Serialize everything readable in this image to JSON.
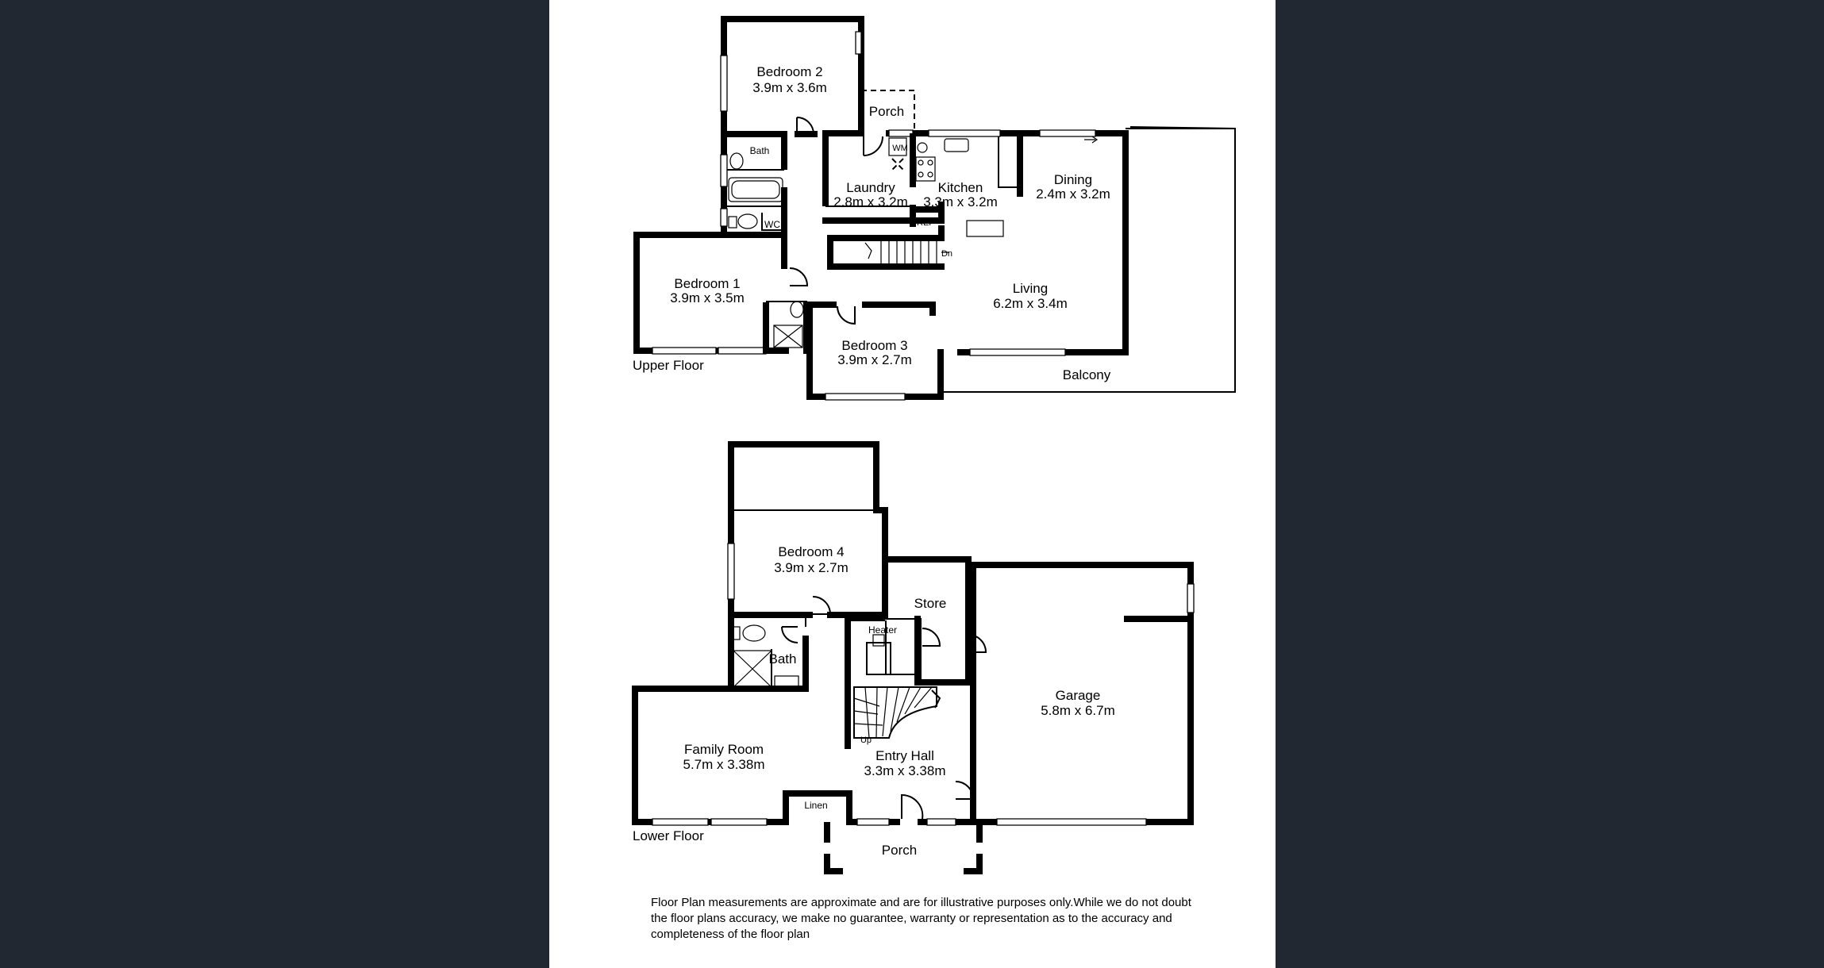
{
  "upper_floor": {
    "title": "Upper Floor",
    "rooms": {
      "bedroom2": {
        "name": "Bedroom 2",
        "size": "3.9m x 3.6m"
      },
      "porch": {
        "name": "Porch"
      },
      "bath": {
        "name": "Bath"
      },
      "wc": {
        "name": "WC"
      },
      "wm": {
        "name": "WM"
      },
      "laundry": {
        "name": "Laundry",
        "size": "2.8m x 3.2m"
      },
      "kitchen": {
        "name": "Kitchen",
        "size": "3.3m x 3.2m"
      },
      "ref": {
        "name": "REF"
      },
      "dining": {
        "name": "Dining",
        "size": "2.4m x 3.2m"
      },
      "dn": {
        "name": "Dn"
      },
      "bedroom1": {
        "name": "Bedroom 1",
        "size": "3.9m x 3.5m"
      },
      "living": {
        "name": "Living",
        "size": "6.2m x 3.4m"
      },
      "bedroom3": {
        "name": "Bedroom 3",
        "size": "3.9m x 2.7m"
      },
      "balcony": {
        "name": "Balcony"
      }
    }
  },
  "lower_floor": {
    "title": "Lower Floor",
    "rooms": {
      "bedroom4": {
        "name": "Bedroom 4",
        "size": "3.9m x 2.7m"
      },
      "store": {
        "name": "Store"
      },
      "heater": {
        "name": "Heater"
      },
      "bath": {
        "name": "Bath"
      },
      "garage": {
        "name": "Garage",
        "size": "5.8m x 6.7m"
      },
      "up": {
        "name": "Up"
      },
      "family": {
        "name": "Family Room",
        "size": "5.7m x 3.38m"
      },
      "entry": {
        "name": "Entry Hall",
        "size": "3.3m x 3.38m"
      },
      "linen": {
        "name": "Linen"
      },
      "porch": {
        "name": "Porch"
      }
    }
  },
  "disclaimer": "Floor Plan measurements are approximate and are for illustrative purposes only.While we do not doubt the floor plans accuracy, we make no guarantee, warranty or representation as to the accuracy and completeness of the floor plan"
}
